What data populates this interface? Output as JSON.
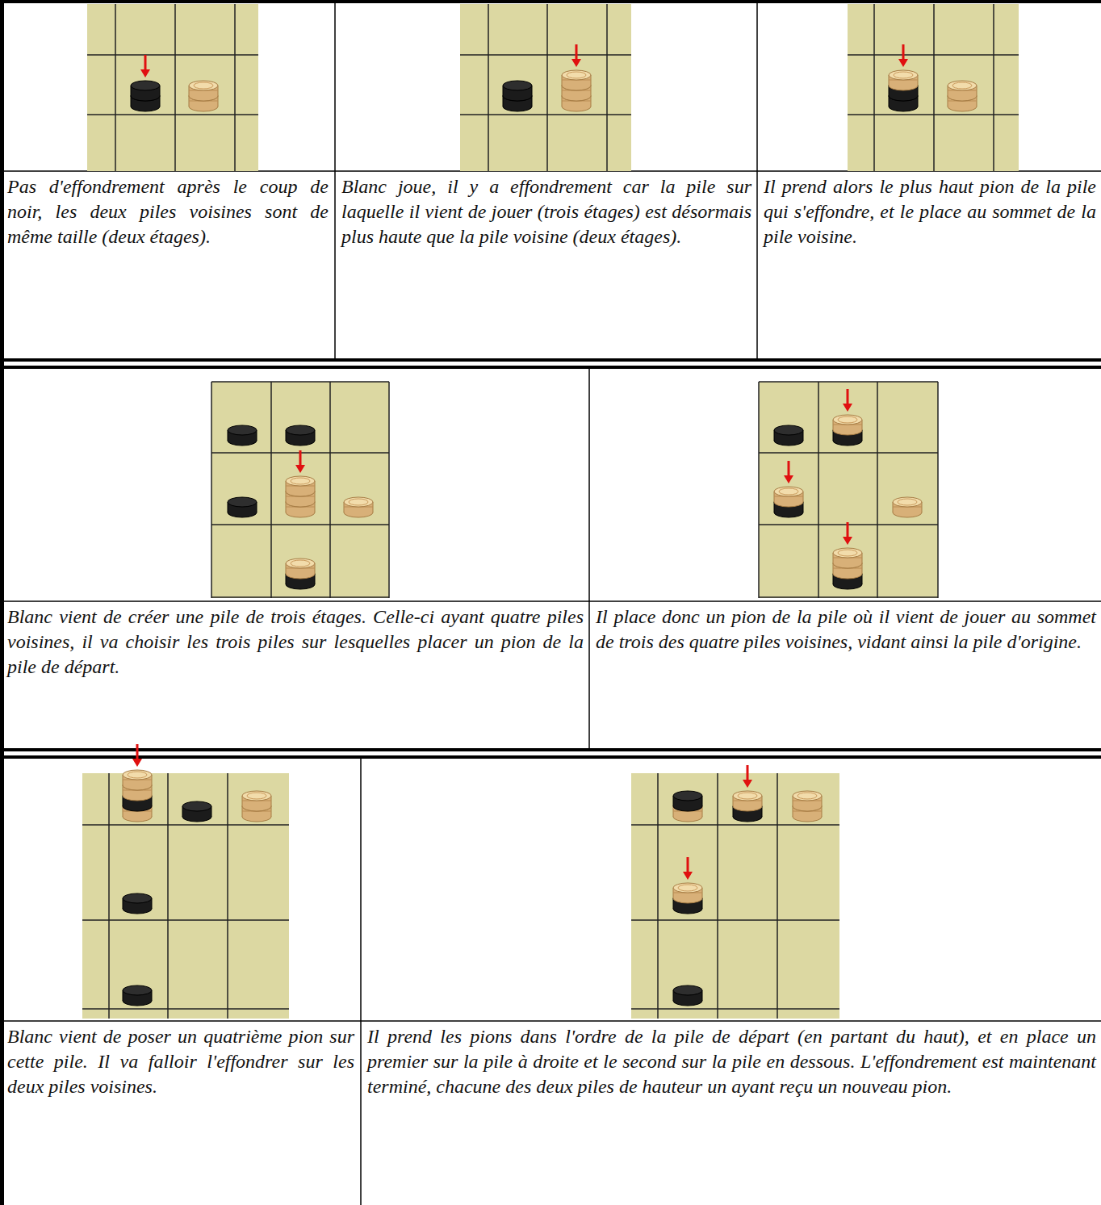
{
  "diagram": {
    "labels": [
      "Pas d'effondrement après le coup de noir, les deux piles voisines sont de même taille (deux étages).",
      "Blanc joue, il y a effondrement car la pile sur laquelle il vient de jouer (trois étages) est désormais plus haute que la pile voisine (deux étages).",
      "Il prend alors le plus haut pion de la pile qui s'effondre, et le place au sommet de la pile voisine.",
      "Blanc vient de créer une pile de trois étages. Celle-ci ayant quatre piles voisines, il va choisir les trois piles sur lesquelles placer un pion de la pile de départ.",
      "Il place donc un pion de la pile où il vient de jouer au sommet de trois des quatre piles voisines, vidant ainsi la pile d'origine.",
      "Blanc vient de poser un quatrième pion sur cette pile. Il va falloir l'effondrer sur les deux piles voisines.",
      "Il prend les pions dans l'ordre de la pile de départ (en partant du haut), et en place un premier sur la pile à droite et le second sur la pile en dessous. L'effondrement est maintenant terminé, chacune des deux piles de hauteur un ayant reçu un nouveau pion."
    ]
  }
}
